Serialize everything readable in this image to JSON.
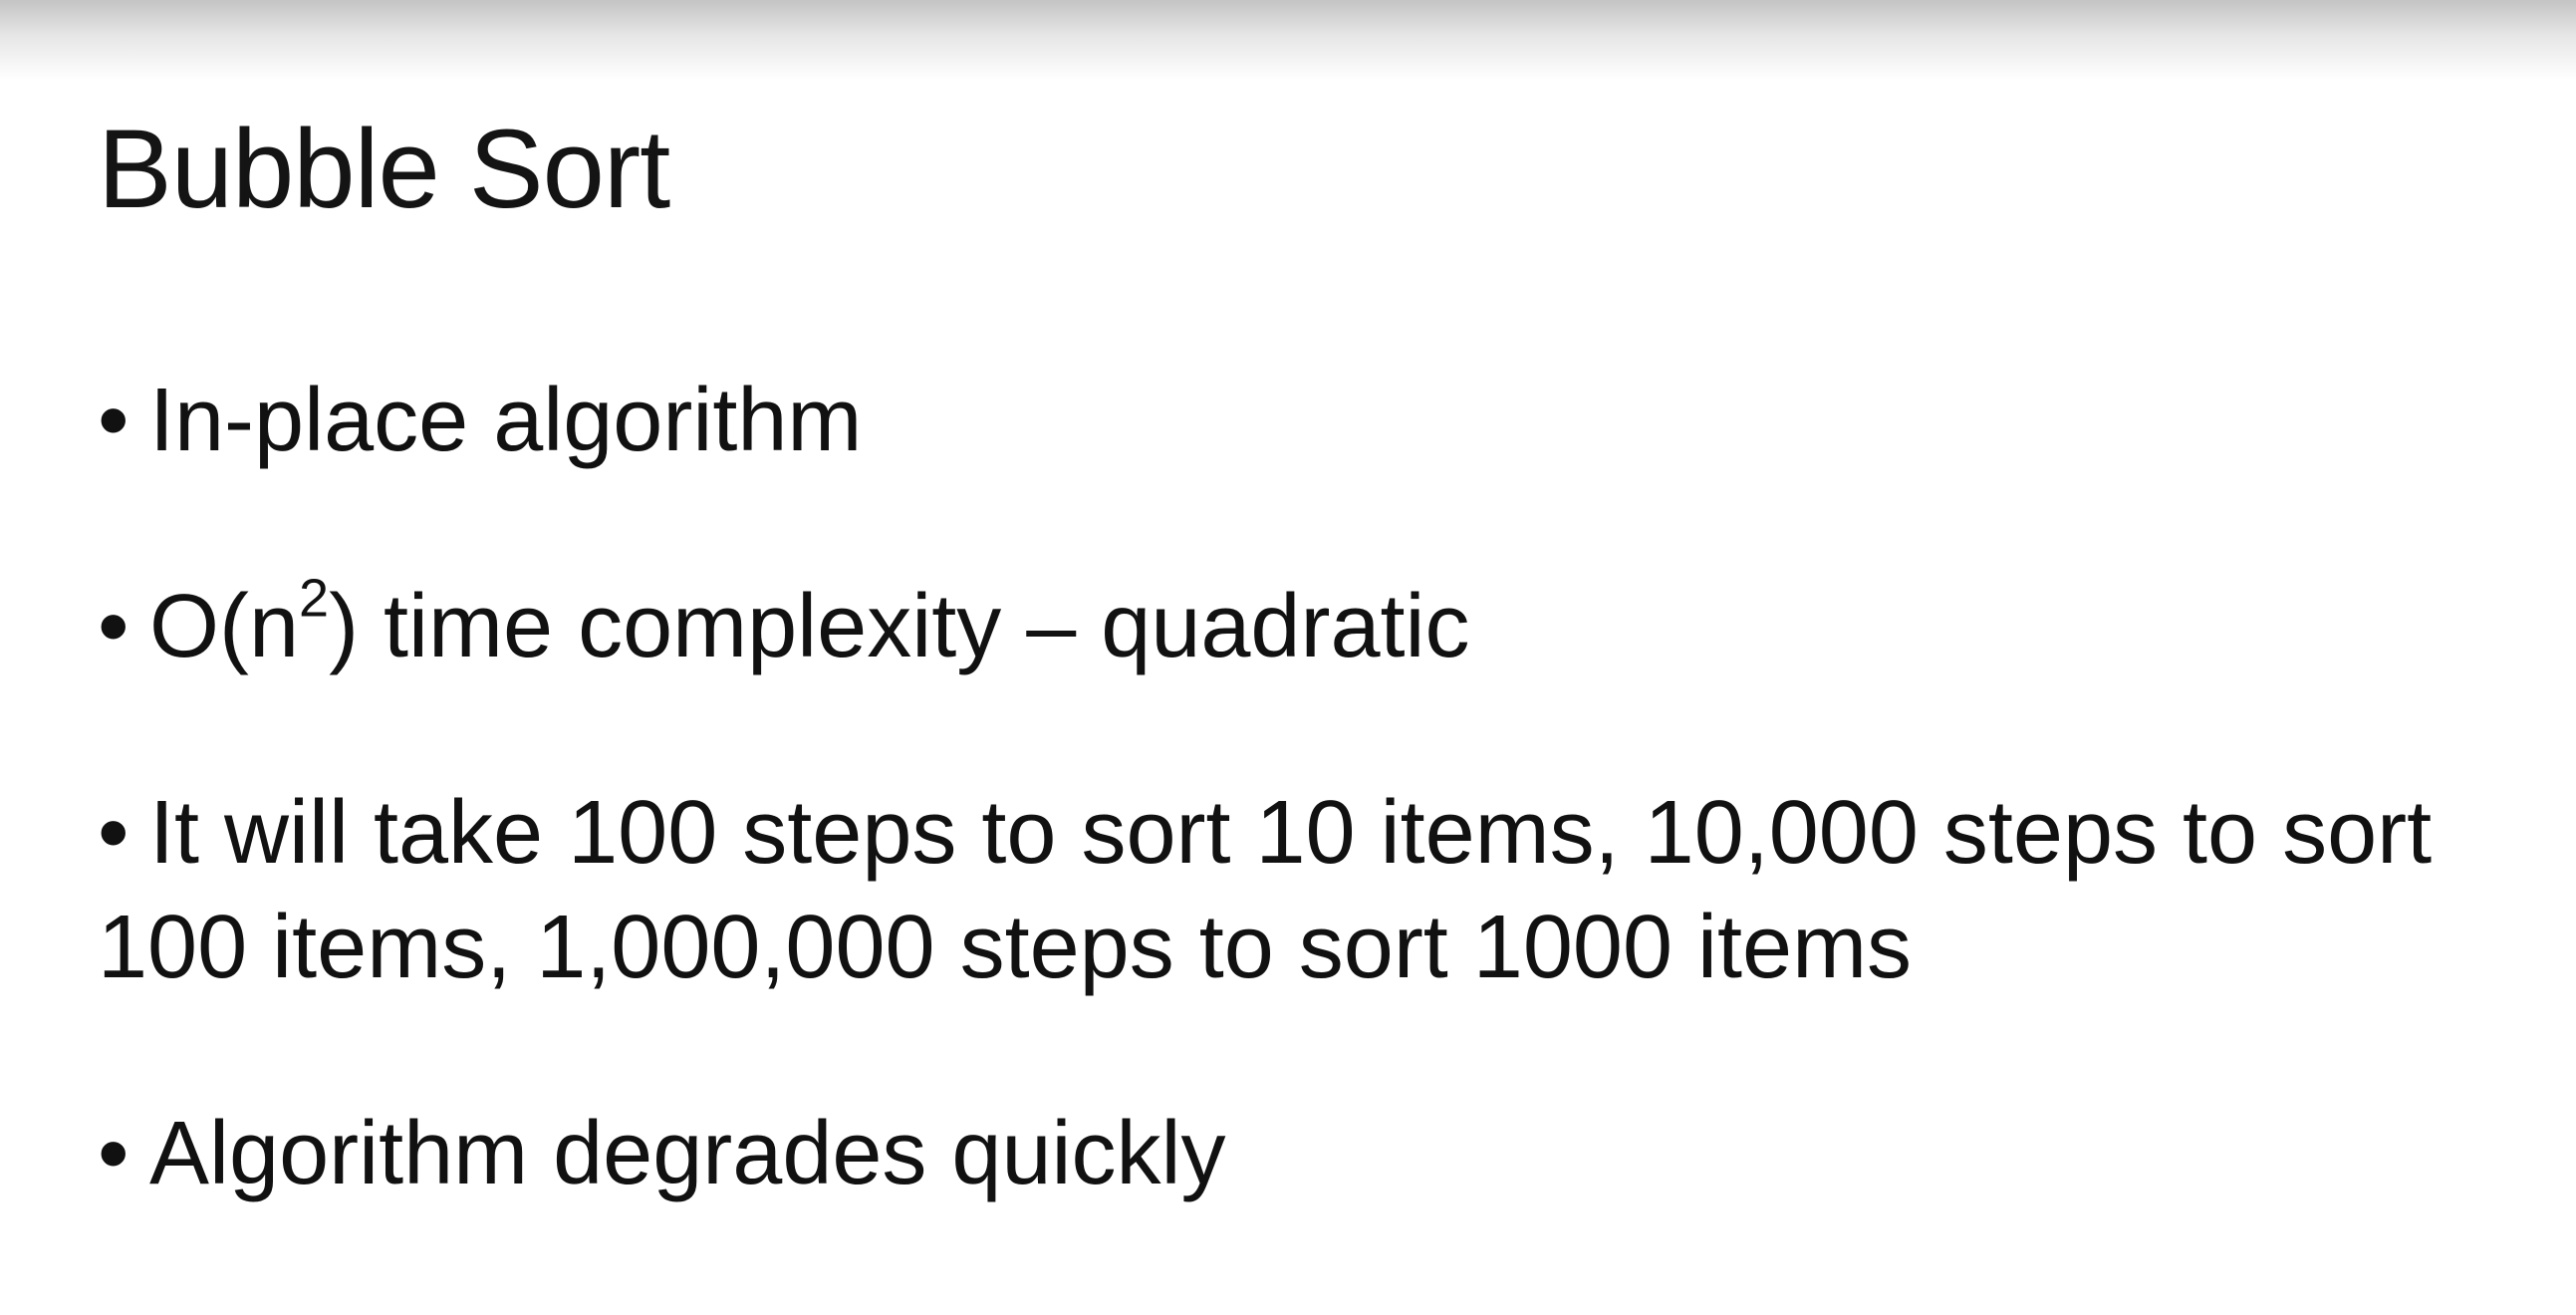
{
  "slide": {
    "title": "Bubble Sort",
    "bullet_glyph": "•",
    "bullets": [
      {
        "text": "In-place algorithm"
      },
      {
        "pre": "O(n",
        "sup": "2",
        "post": ") time complexity – quadratic"
      },
      {
        "text": "It will take 100 steps to sort 10 items, 10,000 steps to sort 100 items, 1,000,000 steps to sort 1000 items"
      },
      {
        "text": "Algorithm degrades quickly"
      }
    ]
  }
}
